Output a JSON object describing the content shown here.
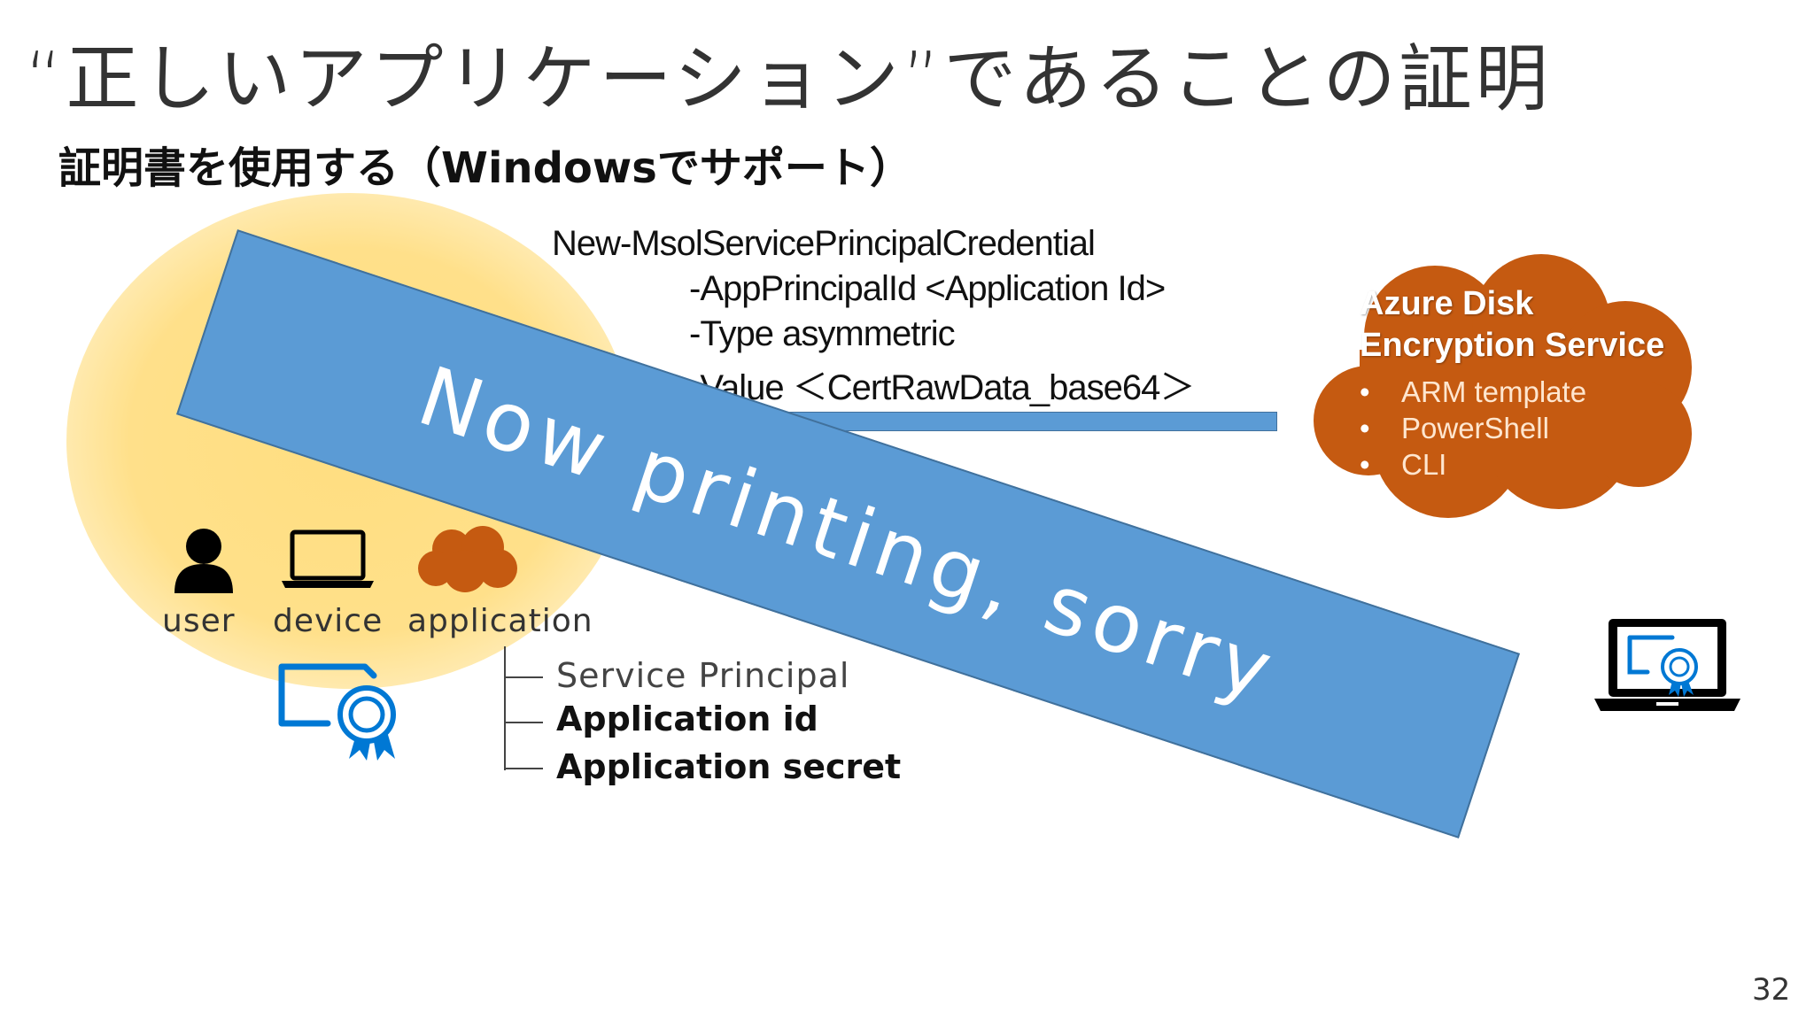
{
  "slide": {
    "title": "“正しいアプリケーション”であることの証明",
    "subtitle": "証明書を使用する（Windowsでサポート）",
    "command": {
      "line1": "New-MsolServicePrincipalCredential",
      "line2": "-AppPrincipalId <Application Id>",
      "line3": "-Type asymmetric",
      "line4": "-Value ＜CertRawData_base64＞"
    },
    "cloud": {
      "title_line1": "Azure Disk",
      "title_line2": "Encryption Service",
      "items": [
        "ARM template",
        "PowerShell",
        "CLI"
      ]
    },
    "labels": {
      "user": "user",
      "device": "device",
      "application": "application"
    },
    "service_principal": {
      "heading": "Service Principal",
      "item1": "Application id",
      "item2": "Application secret"
    },
    "banner": "Now printing, sorry",
    "page_number": "32",
    "colors": {
      "cloud_orange": "#c55a11",
      "banner_blue": "#5b9bd5",
      "cert_blue": "#0078d4",
      "halo_yellow": "#ffde80"
    },
    "icons": [
      "user-icon",
      "device-icon",
      "application-cloud-icon",
      "certificate-icon",
      "laptop-certificate-icon"
    ]
  }
}
